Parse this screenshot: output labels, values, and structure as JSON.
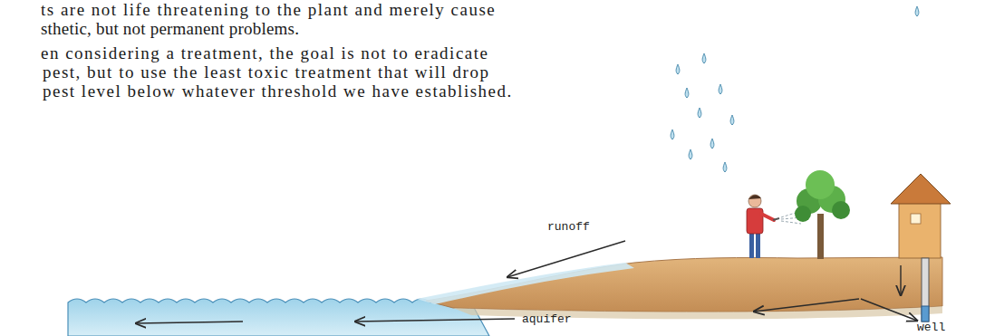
{
  "diagram": {
    "labels": [
      "ts are not life threatening to the plant and merely cause",
      "sthetic, but not permanent problems.",
      "en considering a treatment, the goal is not to eradicate",
      "pest, but to use the least toxic treatment that will drop",
      "pest level below whatever threshold we have established.",
      "runoff",
      "aquifer",
      "well"
    ]
  }
}
